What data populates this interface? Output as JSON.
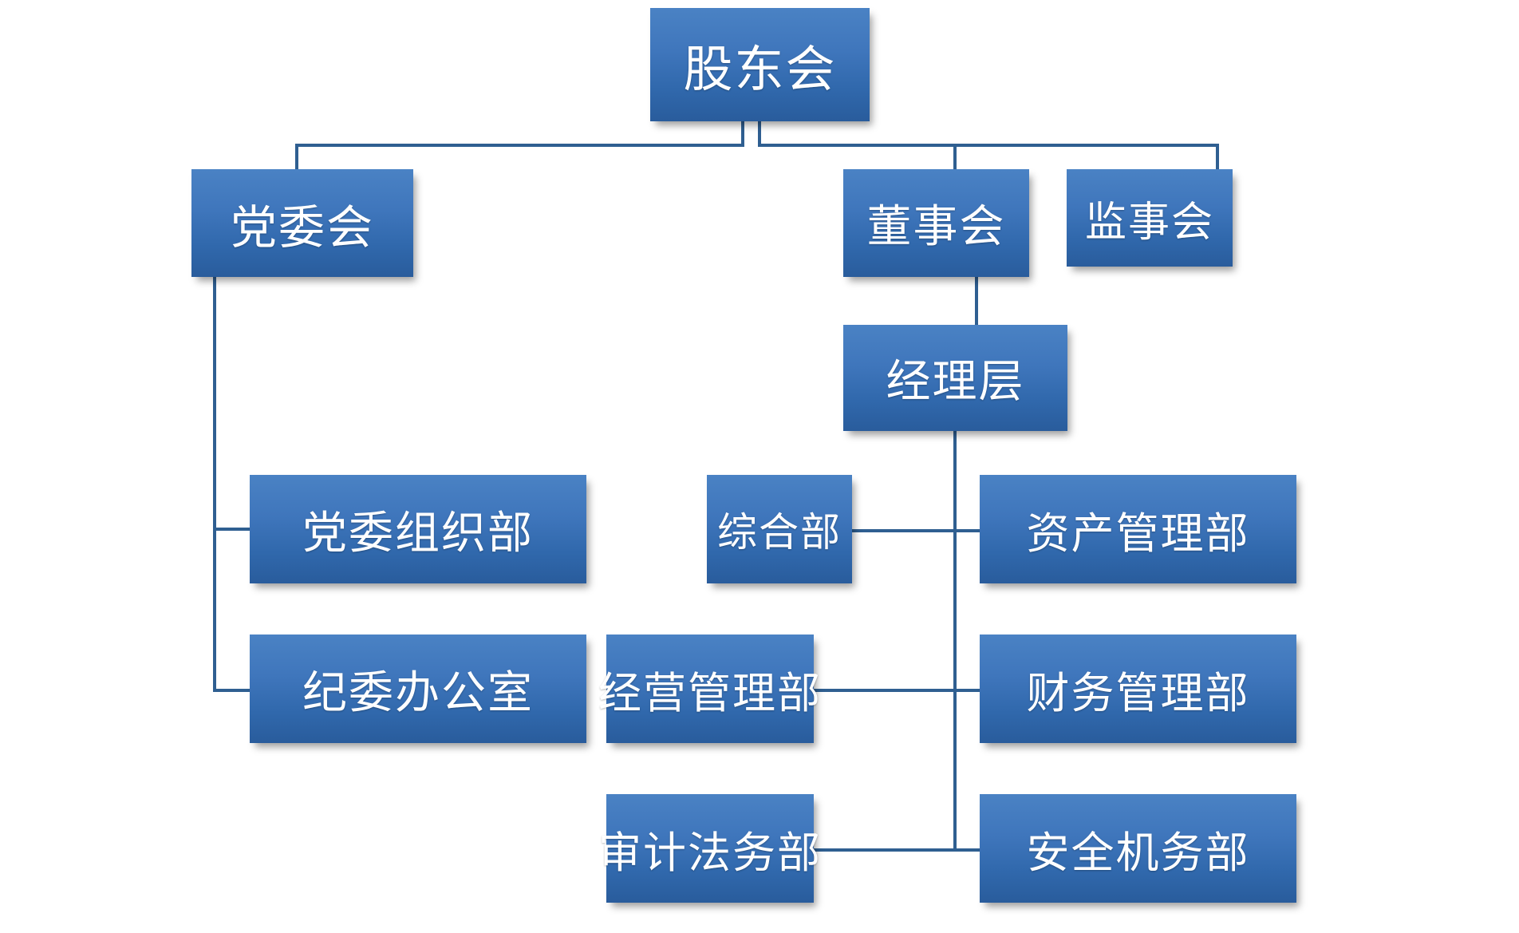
{
  "chart_data": {
    "type": "diagram",
    "diagram_kind": "organization-chart",
    "title": "",
    "colors": {
      "node_fill_top": "#4a82c4",
      "node_fill_bottom": "#295c9c",
      "node_text": "#ffffff",
      "connector": "#2f5f91",
      "background": "#ffffff"
    },
    "nodes": [
      {
        "id": "shareholders",
        "label": "股东会",
        "level": 0
      },
      {
        "id": "party",
        "label": "党委会",
        "level": 1
      },
      {
        "id": "board",
        "label": "董事会",
        "level": 1
      },
      {
        "id": "supervisors",
        "label": "监事会",
        "level": 1
      },
      {
        "id": "management",
        "label": "经理层",
        "level": 2
      },
      {
        "id": "party-org",
        "label": "党委组织部",
        "level": 2
      },
      {
        "id": "discipline",
        "label": "纪委办公室",
        "level": 2
      },
      {
        "id": "general",
        "label": "综合部",
        "level": 3
      },
      {
        "id": "asset",
        "label": "资产管理部",
        "level": 3
      },
      {
        "id": "business",
        "label": "经营管理部",
        "level": 3
      },
      {
        "id": "finance",
        "label": "财务管理部",
        "level": 3
      },
      {
        "id": "audit",
        "label": "审计法务部",
        "level": 3
      },
      {
        "id": "safety",
        "label": "安全机务部",
        "level": 3
      }
    ],
    "edges": [
      {
        "from": "shareholders",
        "to": "party"
      },
      {
        "from": "shareholders",
        "to": "board"
      },
      {
        "from": "shareholders",
        "to": "supervisors"
      },
      {
        "from": "board",
        "to": "management"
      },
      {
        "from": "party",
        "to": "party-org"
      },
      {
        "from": "party",
        "to": "discipline"
      },
      {
        "from": "management",
        "to": "general"
      },
      {
        "from": "management",
        "to": "asset"
      },
      {
        "from": "management",
        "to": "business"
      },
      {
        "from": "management",
        "to": "finance"
      },
      {
        "from": "management",
        "to": "audit"
      },
      {
        "from": "management",
        "to": "safety"
      }
    ]
  },
  "chart": {
    "nodes": {
      "shareholders": {
        "label": "股东会"
      },
      "party": {
        "label": "党委会"
      },
      "board": {
        "label": "董事会"
      },
      "supervisors": {
        "label": "监事会"
      },
      "management": {
        "label": "经理层"
      },
      "party_org": {
        "label": "党委组织部"
      },
      "discipline": {
        "label": "纪委办公室"
      },
      "general": {
        "label": "综合部"
      },
      "asset": {
        "label": "资产管理部"
      },
      "business": {
        "label": "经营管理部"
      },
      "finance": {
        "label": "财务管理部"
      },
      "audit": {
        "label": "审计法务部"
      },
      "safety": {
        "label": "安全机务部"
      }
    }
  }
}
